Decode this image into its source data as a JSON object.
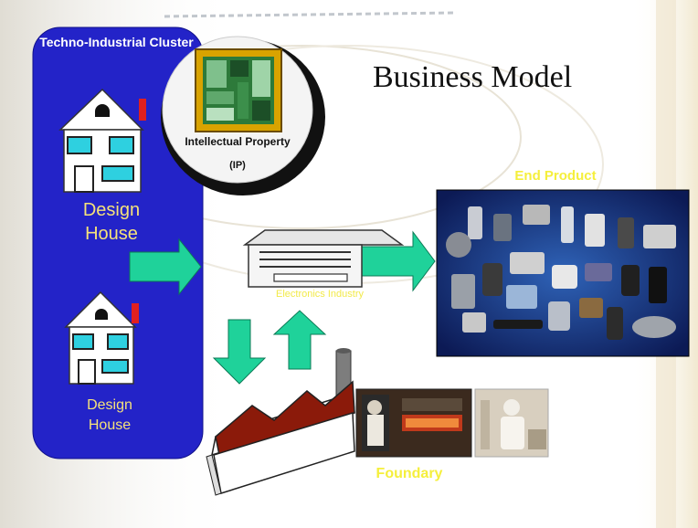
{
  "slide": {
    "title": "Business Model",
    "cluster_title": "Techno-Industrial Cluster",
    "design_house_1": "Design House",
    "design_house_2": "Design House",
    "ip_label": "Intellectual Property",
    "ip_sub": "(IP)",
    "end_product": "End Product",
    "electronics_industry": "Electronics Industry",
    "foundary": "Foundary"
  },
  "colors": {
    "cluster_blue": "#2323c8",
    "arrow_green": "#1fd29a",
    "label_yellow": "#f5ef3c",
    "factory_roof": "#8b1a0a"
  }
}
